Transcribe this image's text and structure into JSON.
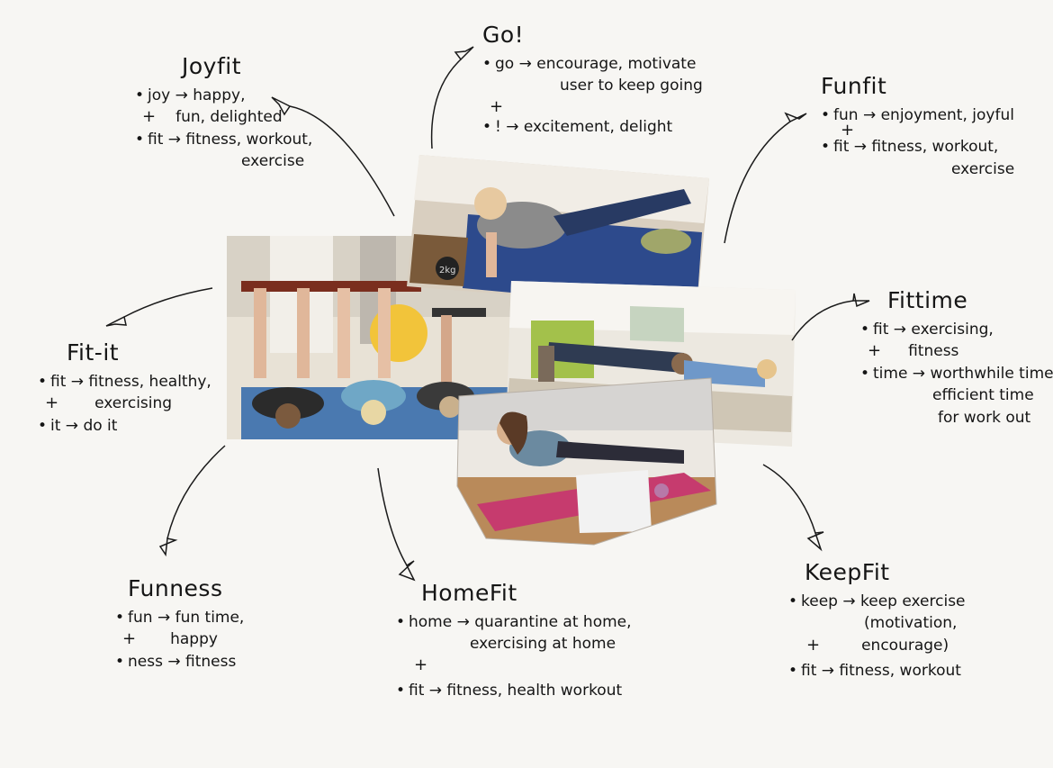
{
  "center": {
    "photos": [
      "people lifting dumbbells lying on mats",
      "woman doing bird-dog exercise on couch",
      "people doing planks in living room",
      "woman doing side plank with laptop"
    ],
    "photo_labels": {
      "kettlebell": "2kg"
    }
  },
  "names": [
    {
      "key": "joyfit",
      "title": "Joyfit",
      "lines": [
        {
          "kind": "bullet",
          "text": "joy → happy,"
        },
        {
          "kind": "plus",
          "text": "+",
          "cont": "fun, delighted"
        },
        {
          "kind": "bullet",
          "text": "fit → fitness, workout,"
        },
        {
          "kind": "cont",
          "text": "exercise"
        }
      ]
    },
    {
      "key": "go",
      "title": "Go!",
      "lines": [
        {
          "kind": "bullet",
          "text": "go → encourage, motivate"
        },
        {
          "kind": "cont",
          "text": "user to keep going"
        },
        {
          "kind": "plus",
          "text": "+"
        },
        {
          "kind": "bullet",
          "text": "! → excitement, delight"
        }
      ]
    },
    {
      "key": "funfit",
      "title": "Funfit",
      "lines": [
        {
          "kind": "bullet",
          "text": "fun → enjoyment, joyful"
        },
        {
          "kind": "plus",
          "text": "+"
        },
        {
          "kind": "bullet",
          "text": "fit → fitness, workout,"
        },
        {
          "kind": "cont",
          "text": "exercise"
        }
      ]
    },
    {
      "key": "fitit",
      "title": "Fit-it",
      "lines": [
        {
          "kind": "bullet",
          "text": "fit → fitness, healthy,"
        },
        {
          "kind": "plus",
          "text": "+",
          "cont": "exercising"
        },
        {
          "kind": "bullet",
          "text": "it → do it"
        }
      ]
    },
    {
      "key": "fittime",
      "title": "Fittime",
      "lines": [
        {
          "kind": "bullet",
          "text": "fit → exercising,"
        },
        {
          "kind": "plus",
          "text": "+",
          "cont": "fitness"
        },
        {
          "kind": "bullet",
          "text": "time → worthwhile time,"
        },
        {
          "kind": "cont",
          "text": "efficient time"
        },
        {
          "kind": "cont",
          "text": "for work out"
        }
      ]
    },
    {
      "key": "funness",
      "title": "Funness",
      "lines": [
        {
          "kind": "bullet",
          "text": "fun → fun time,"
        },
        {
          "kind": "plus",
          "text": "+",
          "cont": "happy"
        },
        {
          "kind": "bullet",
          "text": "ness → fitness"
        }
      ]
    },
    {
      "key": "homefit",
      "title": "HomeFit",
      "lines": [
        {
          "kind": "bullet",
          "text": "home → quarantine at home,"
        },
        {
          "kind": "cont",
          "text": "exercising at home"
        },
        {
          "kind": "plus",
          "text": "+"
        },
        {
          "kind": "bullet",
          "text": "fit → fitness, health workout"
        }
      ]
    },
    {
      "key": "keepfit",
      "title": "KeepFit",
      "lines": [
        {
          "kind": "bullet",
          "text": "keep → keep exercise"
        },
        {
          "kind": "cont",
          "text": "(motivation,"
        },
        {
          "kind": "plus",
          "text": "+"
        },
        {
          "kind": "cont",
          "text": "encourage)"
        },
        {
          "kind": "bullet",
          "text": "fit → fitness, workout"
        }
      ]
    }
  ]
}
